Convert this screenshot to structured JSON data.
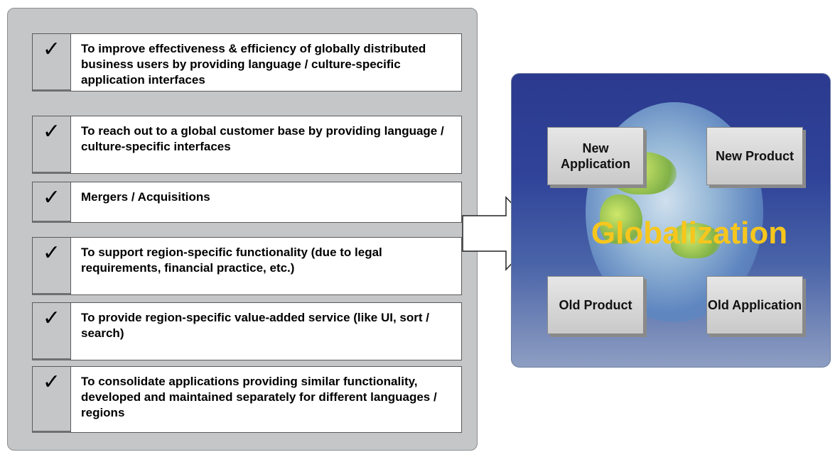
{
  "checklist": {
    "check_glyph": "✓",
    "items": [
      "To improve effectiveness & efficiency of globally distributed business users by providing language / culture-specific application interfaces",
      "To reach out to a global customer base by providing language / culture-specific interfaces",
      "Mergers / Acquisitions",
      "To support region-specific functionality (due to legal requirements, financial practice, etc.)",
      "To provide region-specific value-added service (like UI, sort / search)",
      "To consolidate applications providing similar functionality, developed and maintained separately for different languages / regions"
    ]
  },
  "globalization": {
    "title": "Globalization",
    "title_color": "#f7c61d",
    "tiles": {
      "new_application": "New Application",
      "new_product": "New Product",
      "old_product": "Old Product",
      "old_application": "Old Application"
    }
  }
}
